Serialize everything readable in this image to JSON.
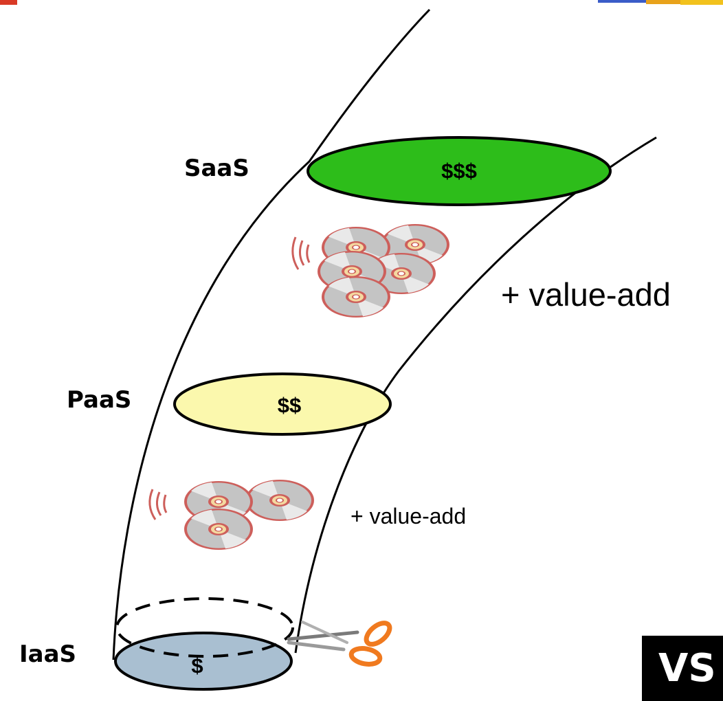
{
  "colors": {
    "saas_fill": "#2dbd1a",
    "paas_fill": "#fbf8ad",
    "iaas_fill": "#a9bfd1",
    "disc_border": "#cd5f5b",
    "scissors_handle": "#f07a1f"
  },
  "icons": [
    "cd-stack-icon",
    "scissors-icon"
  ],
  "labels": {
    "saas": "SaaS",
    "paas": "PaaS",
    "iaas": "IaaS"
  },
  "prices": {
    "saas": "$$$",
    "paas": "$$",
    "iaas": "$"
  },
  "value_add": {
    "upper": "+ value-add",
    "lower": "+ value-add"
  },
  "vs_badge": "VS"
}
